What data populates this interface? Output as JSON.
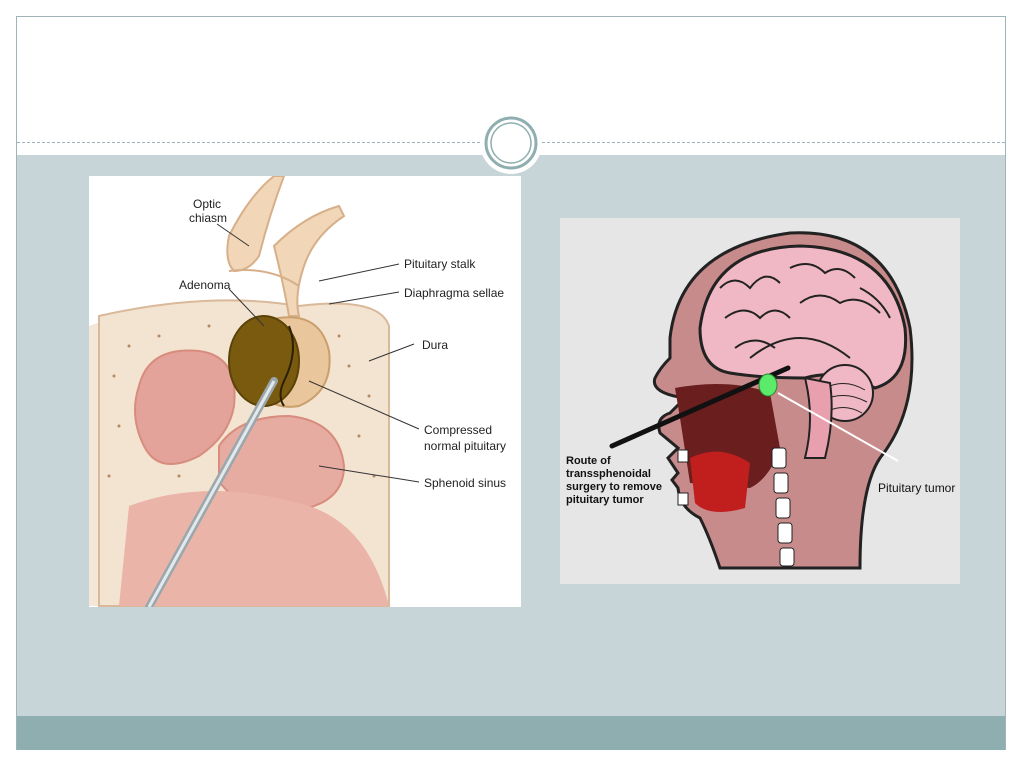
{
  "left_diagram": {
    "labels": {
      "optic_chiasm_1": "Optic",
      "optic_chiasm_2": "chiasm",
      "pituitary_stalk": "Pituitary stalk",
      "adenoma": "Adenoma",
      "diaphragma_sellae": "Diaphragma sellae",
      "dura": "Dura",
      "compressed_1": "Compressed",
      "compressed_2": "normal pituitary",
      "sphenoid_sinus": "Sphenoid sinus"
    }
  },
  "right_diagram": {
    "labels": {
      "route_1": "Route of",
      "route_2": "transsphenoidal",
      "route_3": "surgery to remove",
      "route_4": "pituitary tumor",
      "pituitary_tumor": "Pituitary tumor"
    }
  },
  "colors": {
    "content_band": "#c8d5d8",
    "footer_band": "#8eaeb0",
    "frame_border": "#9fb3b8",
    "tumor_green": "#5bea6a"
  }
}
